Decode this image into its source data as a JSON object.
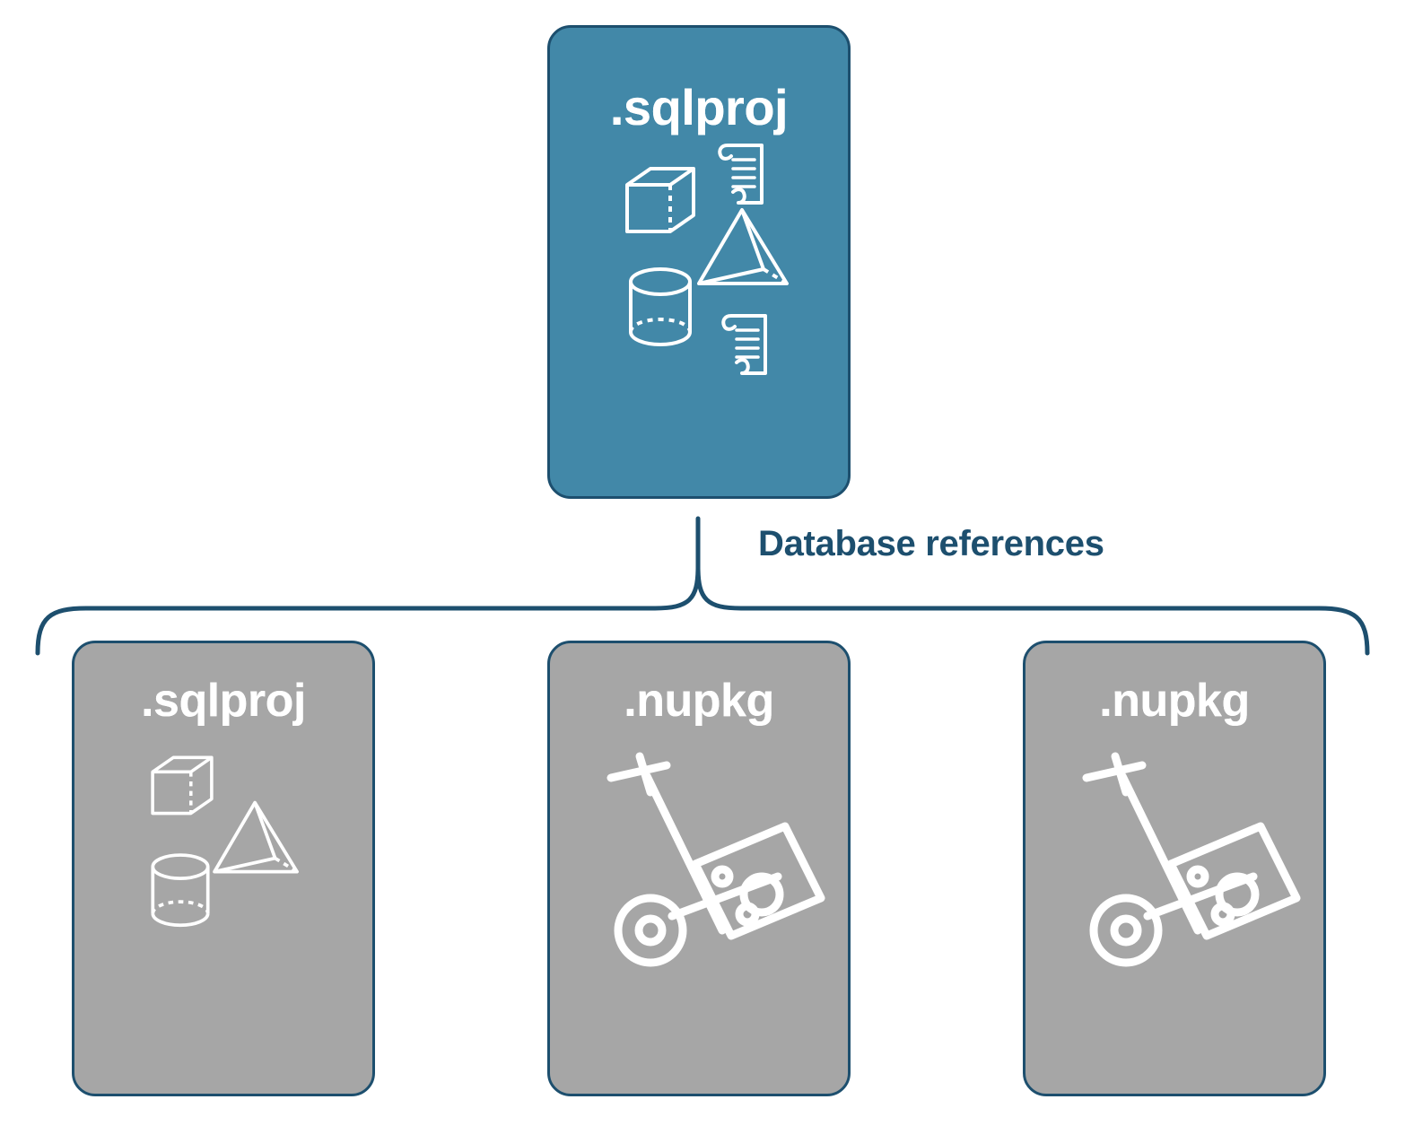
{
  "diagram": {
    "type": "hierarchy-bracket",
    "title_text": "",
    "colors": {
      "root_fill": "#4288a8",
      "child_fill": "#a6a6a6",
      "stroke": "#1d4f6e",
      "label_text": "#1d4f6e",
      "node_text": "#ffffff",
      "background": "#ffffff"
    },
    "root": {
      "label": ".sqlproj",
      "icons": [
        "cube-icon",
        "scroll-icon",
        "pyramid-icon",
        "cylinder-icon",
        "scroll-icon"
      ]
    },
    "connector": {
      "label": "Database references",
      "shape": "curly-bracket"
    },
    "children": [
      {
        "label": ".sqlproj",
        "icons": [
          "cube-icon",
          "pyramid-icon",
          "cylinder-icon"
        ]
      },
      {
        "label": ".nupkg",
        "icons": [
          "hand-truck-package-icon"
        ]
      },
      {
        "label": ".nupkg",
        "icons": [
          "hand-truck-package-icon"
        ]
      }
    ]
  }
}
